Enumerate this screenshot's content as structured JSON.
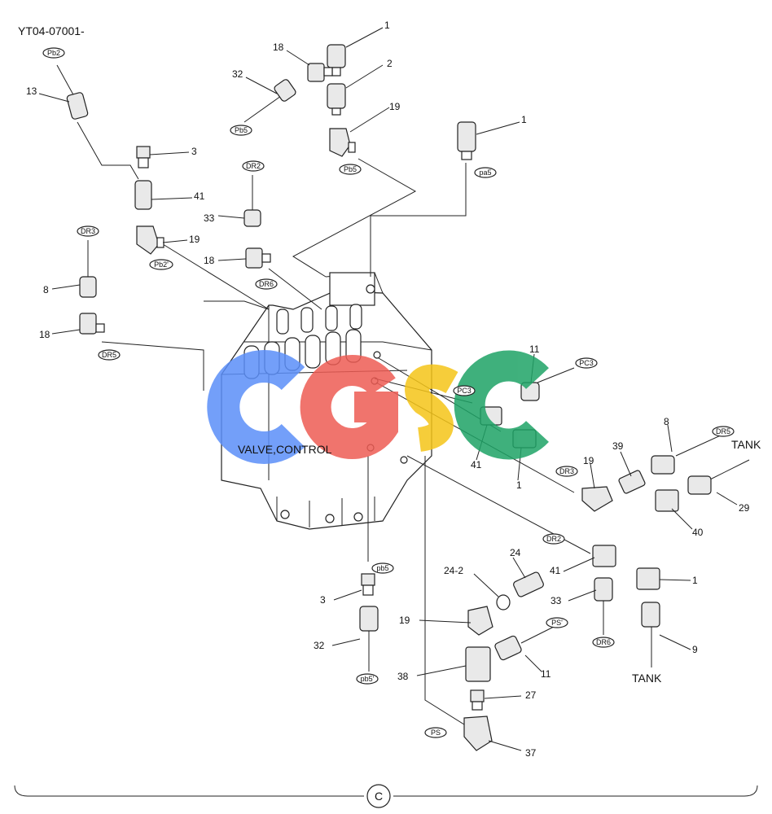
{
  "diagram": {
    "drawing_code": "YT04-07001-",
    "main_label": "VALVE,CONTROL",
    "section_symbol": "C",
    "watermark": "CGSC",
    "tank_labels": [
      "TANK",
      "TANK"
    ],
    "callouts": [
      "1",
      "18",
      "2",
      "32",
      "19",
      "1",
      "13",
      "3",
      "41",
      "33",
      "19",
      "18",
      "8",
      "18",
      "11",
      "41",
      "1",
      "8",
      "39",
      "19",
      "29",
      "40",
      "24",
      "24-2",
      "41",
      "1",
      "33",
      "19",
      "3",
      "32",
      "9",
      "11",
      "38",
      "27",
      "37"
    ],
    "port_tags": [
      "Pb2",
      "Pb5",
      "Pb5",
      "pa5",
      "DR2",
      "DR3",
      "Pb2'",
      "DR6",
      "DR5",
      "PC3",
      "PC3",
      "DR5",
      "DR3",
      "DR2",
      "pb5",
      "PS'",
      "DR6",
      "pb5'",
      "PS"
    ]
  },
  "colors": {
    "watermark_c1": "#5b8ff9",
    "watermark_g": "#ee5c54",
    "watermark_s": "#f5c518",
    "watermark_c2": "#1ea366"
  }
}
